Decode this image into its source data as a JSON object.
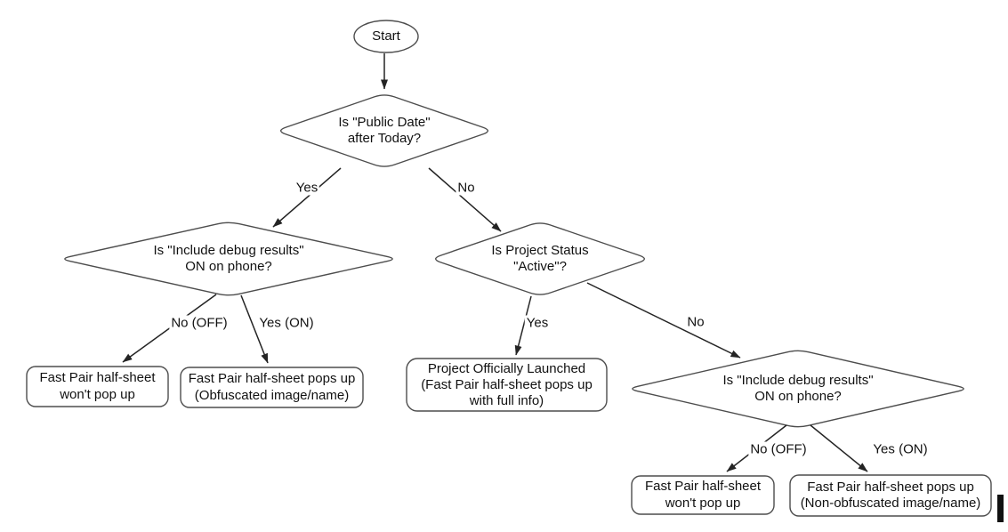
{
  "flowchart": {
    "nodes": {
      "start": "Start",
      "public_date": "Is \"Public Date\"\nafter Today?",
      "debug_left": "Is \"Include debug results\"\nON on phone?",
      "project_status": "Is Project Status\n\"Active\"?",
      "debug_right": "Is \"Include debug results\"\nON on phone?",
      "no_popup_left": "Fast Pair half-sheet\nwon't pop up",
      "obfuscated": "Fast Pair half-sheet pops up\n(Obfuscated image/name)",
      "launched": "Project Officially Launched\n(Fast Pair half-sheet pops up\nwith full info)",
      "no_popup_right": "Fast Pair half-sheet\nwon't pop up",
      "non_obfuscated": "Fast Pair half-sheet pops up\n(Non-obfuscated image/name)"
    },
    "edge_labels": {
      "yes_public": "Yes",
      "no_public": "No",
      "no_off_left": "No (OFF)",
      "yes_on_left": "Yes (ON)",
      "yes_status": "Yes",
      "no_status": "No",
      "no_off_right": "No (OFF)",
      "yes_on_right": "Yes (ON)"
    },
    "colors": {
      "shape_stroke": "#4d4d4d",
      "arrow": "#242424",
      "text": "#111111",
      "background": "#ffffff"
    }
  }
}
